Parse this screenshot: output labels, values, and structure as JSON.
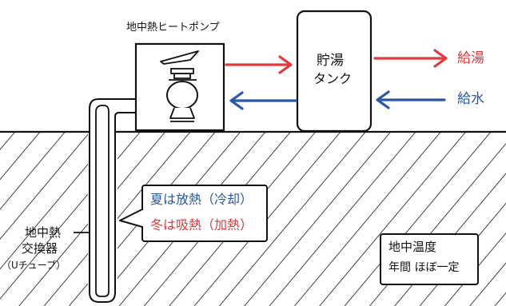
{
  "heat_pump": {
    "label": "地中熱ヒートポンプ"
  },
  "tank": {
    "label_line1": "貯湯",
    "label_line2": "タンク"
  },
  "hot_water": {
    "label": "給湯"
  },
  "water_supply": {
    "label": "給水"
  },
  "exchanger": {
    "label_line1": "地中熱",
    "label_line2": "交換器",
    "label_line3": "（Uチューブ）"
  },
  "season_note": {
    "summer": "夏は放熱（冷却）",
    "winter": "冬は吸熱（加熱）"
  },
  "ground_note": {
    "line1": "地中温度",
    "line2": "年間 ほぼ一定"
  },
  "colors": {
    "hot": "#e03a3e",
    "cold": "#2a57a8",
    "ink": "#111111",
    "summer_text": "#2a57a8",
    "winter_text": "#e03a3e"
  }
}
